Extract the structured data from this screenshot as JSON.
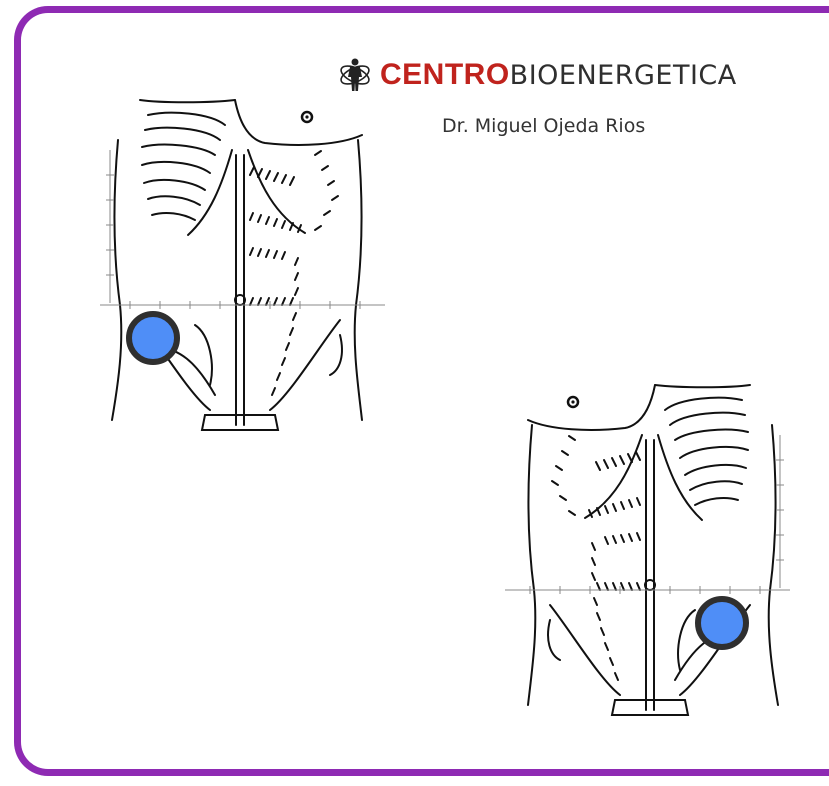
{
  "brand": {
    "name_bold": "CENTRO",
    "name_light": "BIOENERGETICA",
    "doctor": "Dr. Miguel Ojeda Rios",
    "bold_color": "#c0231d",
    "light_color": "#2f2f2f",
    "logo_icon": "human-figure-energy-logo"
  },
  "frame_color": "#8e2ab3",
  "diagrams": [
    {
      "name": "abdomen-front-view",
      "marker_side": "lower-right-quadrant-of-image-left",
      "marker_color": "#4f8ef7"
    },
    {
      "name": "abdomen-mirrored-view",
      "marker_side": "lower-quadrant-of-image-right",
      "marker_color": "#4f8ef7"
    }
  ]
}
